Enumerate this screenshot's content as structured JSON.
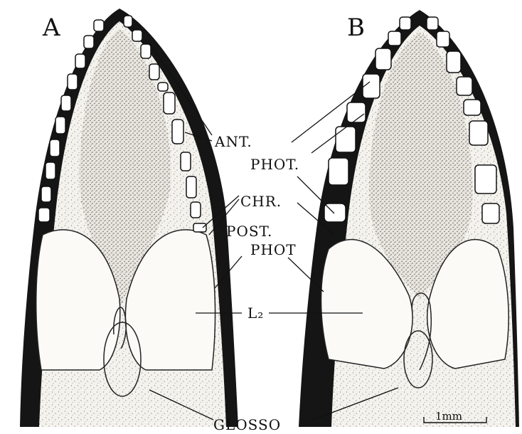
{
  "panels": [
    {
      "id": "A",
      "label": "A"
    },
    {
      "id": "B",
      "label": "B"
    }
  ],
  "annotations": {
    "ant": "ANT.",
    "phot1": "PHOT.",
    "chr": "CHR.",
    "post": "POST.",
    "phot2": "PHOT",
    "l2": "L₂",
    "glosso": "GLOSSO"
  },
  "scale_bar": {
    "label": "1mm"
  },
  "colors": {
    "ink": "#111111",
    "tissue": "#f1efea",
    "cartilage": "#ffffff",
    "background": "#ffffff"
  }
}
